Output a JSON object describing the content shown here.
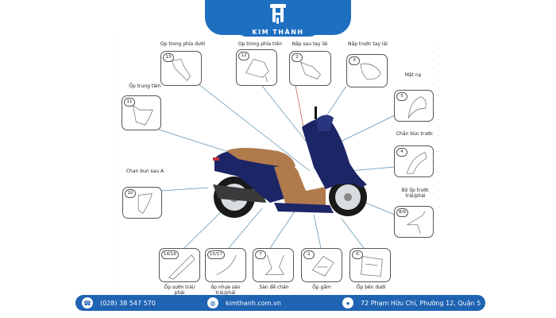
{
  "header": {
    "brand": "KIM THÀNH",
    "logo_icon": "th-monogram-logo",
    "color": "#1f6fc1"
  },
  "parts": [
    {
      "num": "13",
      "label": "Op trong phía dưới"
    },
    {
      "num": "12",
      "label": "Op trong phía trên"
    },
    {
      "num": "2",
      "label": "Nắp sau tay lái"
    },
    {
      "num": "3",
      "label": "Nắp trước tay lái"
    },
    {
      "num": "11",
      "label": "Ốp trung tâm"
    },
    {
      "num": "5",
      "label": "Mặt nạ"
    },
    {
      "num": "4",
      "label": "Chắn bùn trước"
    },
    {
      "num": "10",
      "label": "Chan bun sau A"
    },
    {
      "num": "8/9",
      "label": "Bộ ốp trước trái/phải"
    },
    {
      "num": "14/16",
      "label": "Ốp sườn trái/ phải"
    },
    {
      "num": "15/17",
      "label": "ốp nhựa sàn trái/phải"
    },
    {
      "num": "7",
      "label": "Sàn để chân"
    },
    {
      "num": "1",
      "label": "Ốp gầm"
    },
    {
      "num": "6",
      "label": "Ốp bên dưới"
    }
  ],
  "footer": {
    "phone": "(028) 38 547 570",
    "website": "kimthanh.com.vn",
    "address": "72 Phạm Hữu Chí, Phường 12, Quận 5",
    "icons": {
      "phone": "phone-icon",
      "website": "globe-icon",
      "address": "location-pin-icon"
    },
    "color": "#1f63b3"
  },
  "scooter": {
    "body_color": "#1c2566",
    "seat_color": "#b07a4b"
  }
}
